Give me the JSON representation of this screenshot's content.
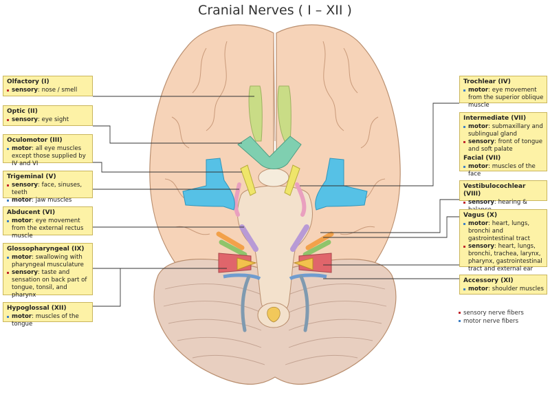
{
  "title": "Cranial Nerves ( I – XII )",
  "nerves": {
    "olfactory": {
      "name": "Olfactory (I)",
      "l1_type": "sensory",
      "l1_text": "nose / smell"
    },
    "optic": {
      "name": "Optic (II)",
      "l1_type": "sensory",
      "l1_text": "eye sight"
    },
    "oculomotor": {
      "name": "Oculomotor (III)",
      "l1_type": "motor",
      "l1_text": "all eye muscles except those supplied by IV and VI"
    },
    "trigeminal": {
      "name": "Trigeminal (V)",
      "l1_type": "sensory",
      "l1_text": "face, sinuses, teeth",
      "l2_type": "motor",
      "l2_text": "jaw muscles"
    },
    "abducent": {
      "name": "Abducent (VI)",
      "l1_type": "motor",
      "l1_text": "eye movement from the external rectus muscle"
    },
    "glosso": {
      "name": "Glossopharyngeal (IX)",
      "l1_type": "motor",
      "l1_text": "swallowing with pharyngeal musculature",
      "l2_type": "sensory",
      "l2_text": "taste and sensation on back part of tongue, tonsil, and pharynx"
    },
    "hypoglossal": {
      "name": "Hypoglossal (XII)",
      "l1_type": "motor",
      "l1_text": "muscles of the tongue"
    },
    "trochlear": {
      "name": "Trochlear (IV)",
      "l1_type": "motor",
      "l1_text": "eye movement from the superior oblique muscle"
    },
    "intermediate": {
      "name": "Intermediate (VII)",
      "l1_type": "motor",
      "l1_text": "submaxillary and sublingual gland",
      "l2_type": "sensory",
      "l2_text": "front of tongue and soft palate"
    },
    "facial": {
      "name": "Facial (VII)",
      "l1_type": "motor",
      "l1_text": "muscles of the face"
    },
    "vestibulo": {
      "name": "Vestibulocochlear (VIII)",
      "l1_type": "sensory",
      "l1_text": "hearing & balance"
    },
    "vagus": {
      "name": "Vagus (X)",
      "l1_type": "motor",
      "l1_text": "heart, lungs, bronchi and gastrointestinal tract",
      "l2_type": "sensory",
      "l2_text": "heart, lungs, bronchi, trachea, larynx, pharynx, gastrointestinal tract and external ear"
    },
    "accessory": {
      "name": "Accessory (XI)",
      "l1_type": "motor",
      "l1_text": "shoulder muscles"
    }
  },
  "legend": {
    "sensory": "sensory nerve fibers",
    "motor": "motor nerve fibers"
  },
  "colors": {
    "brain": "#f6d3b8",
    "brain_outline": "#b98e6e",
    "cerebellum": "#e8cfc0",
    "brainstem": "#f3e1cc",
    "olfactory": "#c9dc86",
    "optic": "#7fcfb0",
    "oculomotor": "#efe56a",
    "trochlear": "#e9a0bf",
    "trigeminal": "#56c1e6",
    "abducent": "#b89ad6",
    "facial": "#f2a14a",
    "vestibulo": "#8fc46b",
    "glosso": "#f3c24d",
    "vagus": "#e0656b",
    "accessory": "#6f9ccf",
    "hypoglossal": "#7f9ab0",
    "sensory": "#c0272d",
    "motor": "#3e7fc4",
    "label_bg": "#fdf2a6"
  }
}
